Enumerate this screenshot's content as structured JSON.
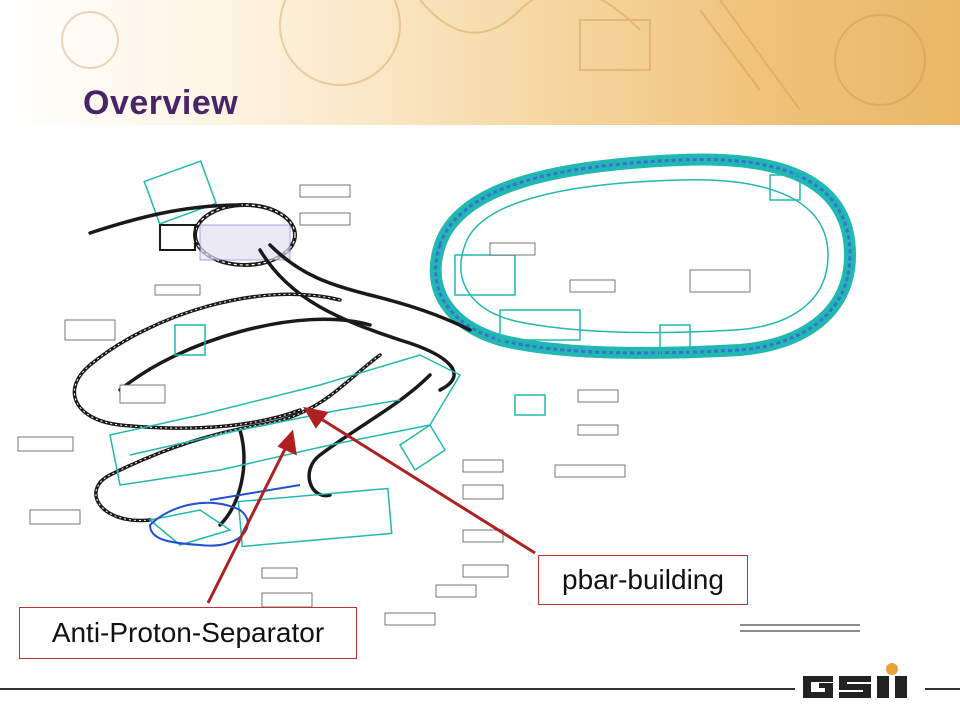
{
  "slide": {
    "title": "Overview"
  },
  "callouts": {
    "pbar_building": "pbar-building",
    "anti_proton_separator": "Anti-Proton-Separator"
  },
  "logo": {
    "text": "GSI"
  },
  "colors": {
    "title": "#4a2468",
    "callout_border": "#c0312f",
    "arrow": "#b02020",
    "facility_outline": "#20b8b0",
    "beamline": "#1a1a1a"
  }
}
